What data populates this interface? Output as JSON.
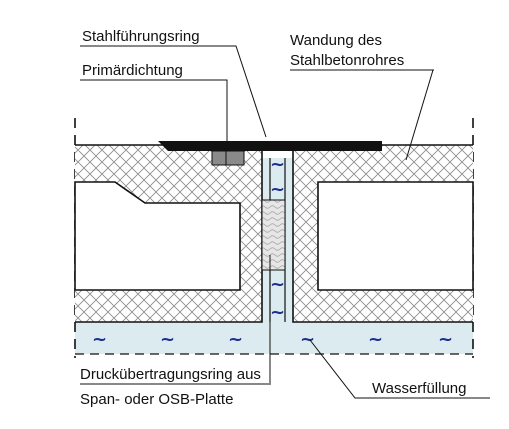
{
  "labels": {
    "steel_guide_ring": "Stahlführungsring",
    "primary_seal": "Primärdichtung",
    "wall_line1": "Wandung des",
    "wall_line2": "Stahlbetonrohres",
    "pressure_ring_line1": "Druckübertragungsring aus",
    "pressure_ring_line2": "Span- oder OSB-Platte",
    "water_fill": "Wasserfüllung"
  },
  "symbols": {
    "water_wave": "~"
  },
  "colors": {
    "water": "#dcebf0",
    "wave": "#1f2f8c",
    "concrete_hatch": "#777777",
    "steel": "#111111",
    "seal": "#8a8a8a",
    "line": "#111111"
  }
}
